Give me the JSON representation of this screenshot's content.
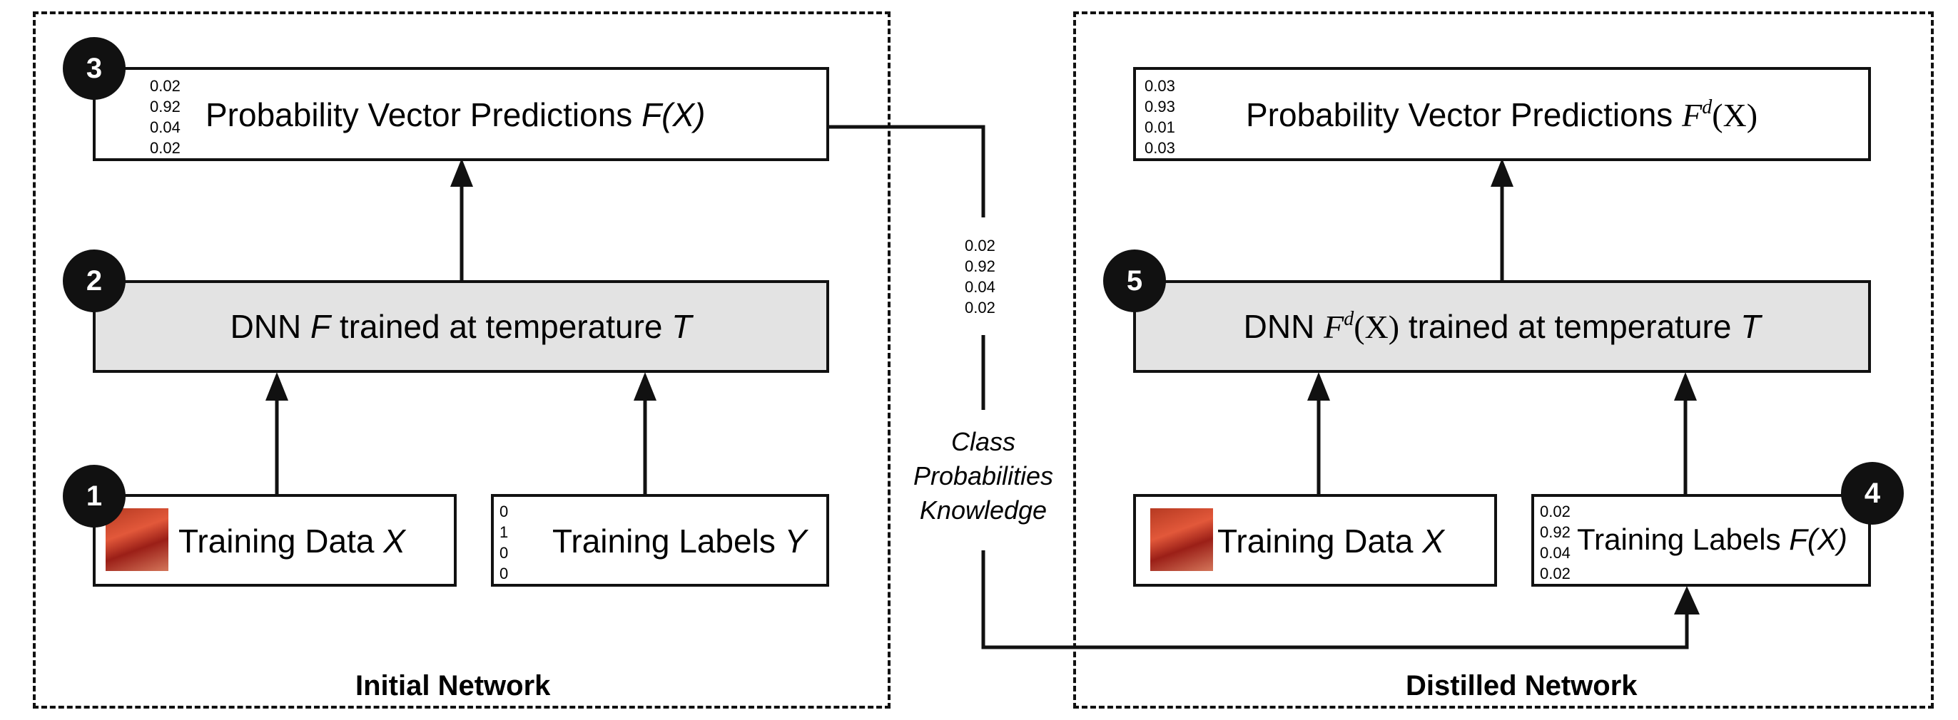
{
  "initial": {
    "panel_title": "Initial Network",
    "prob_box": {
      "badge": "3",
      "nums": [
        "0.02",
        "0.92",
        "0.04",
        "0.02"
      ],
      "text": "Probability Vector Predictions ",
      "math": "F(X)"
    },
    "dnn_box": {
      "badge": "2",
      "pre": "DNN ",
      "F": "F",
      "mid": " trained at temperature ",
      "T": "T"
    },
    "data_box": {
      "badge": "1",
      "text": "Training Data ",
      "var": "X"
    },
    "labels_box": {
      "nums": [
        "0",
        "1",
        "0",
        "0"
      ],
      "text": "Training Labels ",
      "var": "Y"
    }
  },
  "transfer": {
    "nums": [
      "0.02",
      "0.92",
      "0.04",
      "0.02"
    ],
    "lines": [
      "Class",
      "Probabilities",
      "Knowledge"
    ]
  },
  "distilled": {
    "panel_title": "Distilled Network",
    "prob_box": {
      "nums": [
        "0.03",
        "0.93",
        "0.01",
        "0.03"
      ],
      "text": "Probability Vector Predictions ",
      "F": "F",
      "sup": "d",
      "arg": "(X)"
    },
    "dnn_box": {
      "badge": "5",
      "pre": "DNN ",
      "F": "F",
      "sup": "d",
      "arg": "(X)",
      "mid": " trained at temperature ",
      "T": "T"
    },
    "data_box": {
      "text": "Training Data ",
      "var": "X"
    },
    "labels_box": {
      "badge": "4",
      "nums": [
        "0.02",
        "0.92",
        "0.04",
        "0.02"
      ],
      "text": "Training Labels ",
      "var": "F(X)"
    }
  }
}
